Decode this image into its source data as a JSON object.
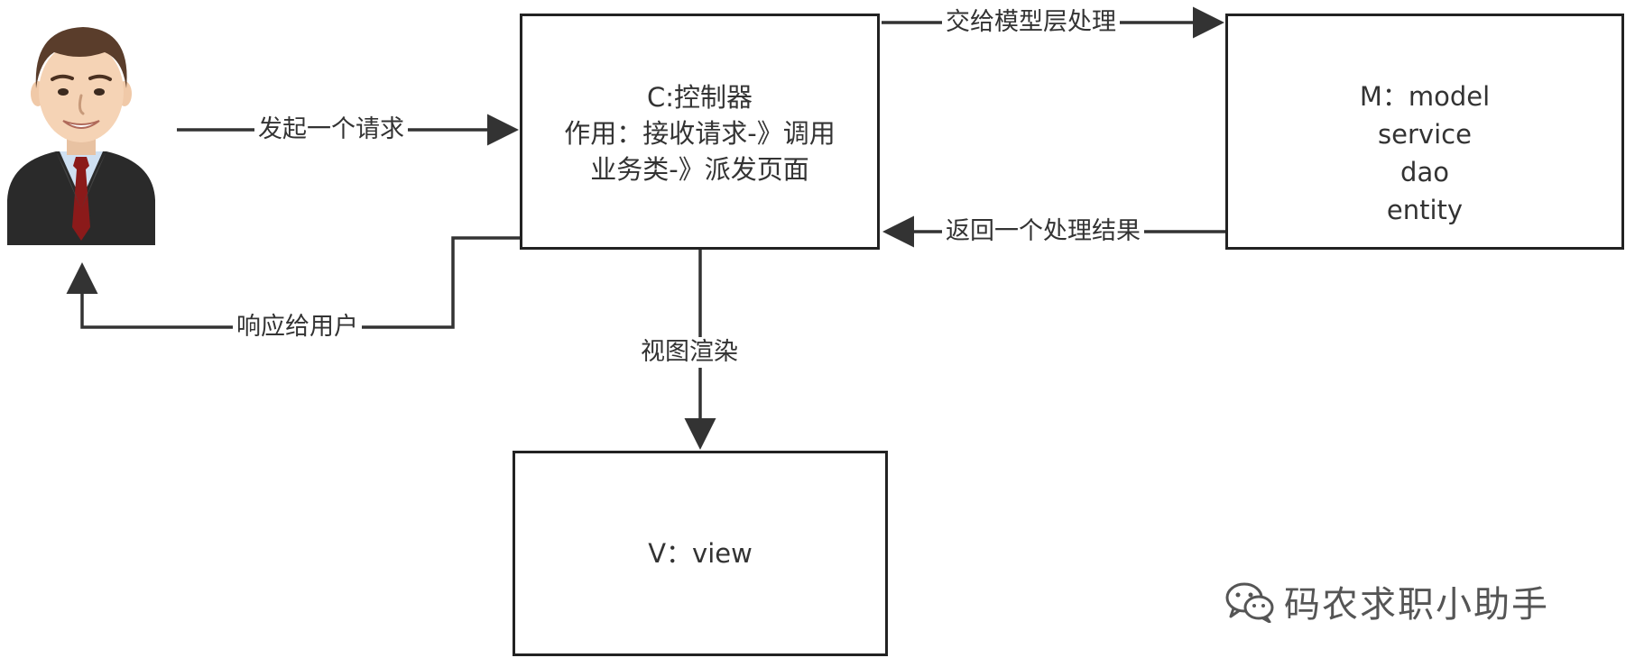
{
  "nodes": {
    "user": {
      "icon": "businessman-avatar-icon"
    },
    "controller": {
      "lines": [
        "C:控制器",
        "作用：接收请求-》调用",
        "业务类-》派发页面"
      ]
    },
    "model": {
      "lines": [
        "M：model",
        "service",
        "dao",
        "entity"
      ]
    },
    "view": {
      "lines": [
        "V：view"
      ]
    }
  },
  "edges": {
    "request": "发起一个请求",
    "to_model": "交给模型层处理",
    "result": "返回一个处理结果",
    "respond": "响应给用户",
    "render": "视图渲染"
  },
  "watermark": {
    "icon": "wechat-icon",
    "text": "码农求职小助手"
  },
  "colors": {
    "line": "#333333",
    "border": "#222222",
    "suit": "#2a2a2a",
    "tie": "#8b1a1a",
    "skin": "#f5d3b5",
    "hair": "#5a3d2b"
  }
}
